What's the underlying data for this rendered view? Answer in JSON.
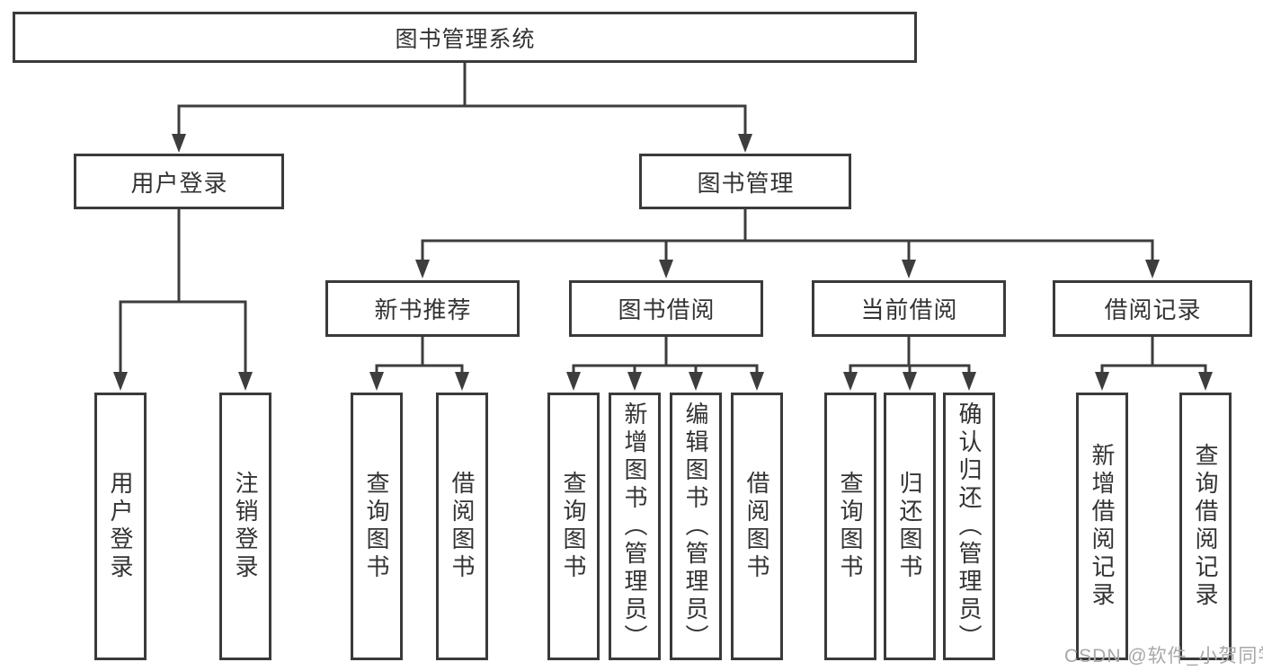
{
  "root": {
    "label": "图书管理系统"
  },
  "level2": [
    {
      "label": "用户登录"
    },
    {
      "label": "图书管理"
    }
  ],
  "level3": [
    {
      "label": "新书推荐"
    },
    {
      "label": "图书借阅"
    },
    {
      "label": "当前借阅"
    },
    {
      "label": "借阅记录"
    }
  ],
  "leaves": {
    "user_login": [
      {
        "label": "用户登录"
      },
      {
        "label": "注销登录"
      }
    ],
    "new_book_recommendation": [
      {
        "label": "查询图书"
      },
      {
        "label": "借阅图书"
      }
    ],
    "book_borrowing": [
      {
        "label": "查询图书"
      },
      {
        "label": "新增图书（管理员）"
      },
      {
        "label": "编辑图书（管理员）"
      },
      {
        "label": "借阅图书"
      }
    ],
    "current_borrowing": [
      {
        "label": "查询图书"
      },
      {
        "label": "归还图书"
      },
      {
        "label": "确认归还（管理员）"
      }
    ],
    "borrowing_records": [
      {
        "label": "新增借阅记录"
      },
      {
        "label": "查询借阅记录"
      }
    ]
  },
  "watermark": {
    "text": "CSDN @软件_小贺同学"
  },
  "colors": {
    "line": "#3d3d3d",
    "border": "#3a3a3a",
    "text": "#333333",
    "watermark": "#a8a8a8",
    "background": "#ffffff"
  }
}
